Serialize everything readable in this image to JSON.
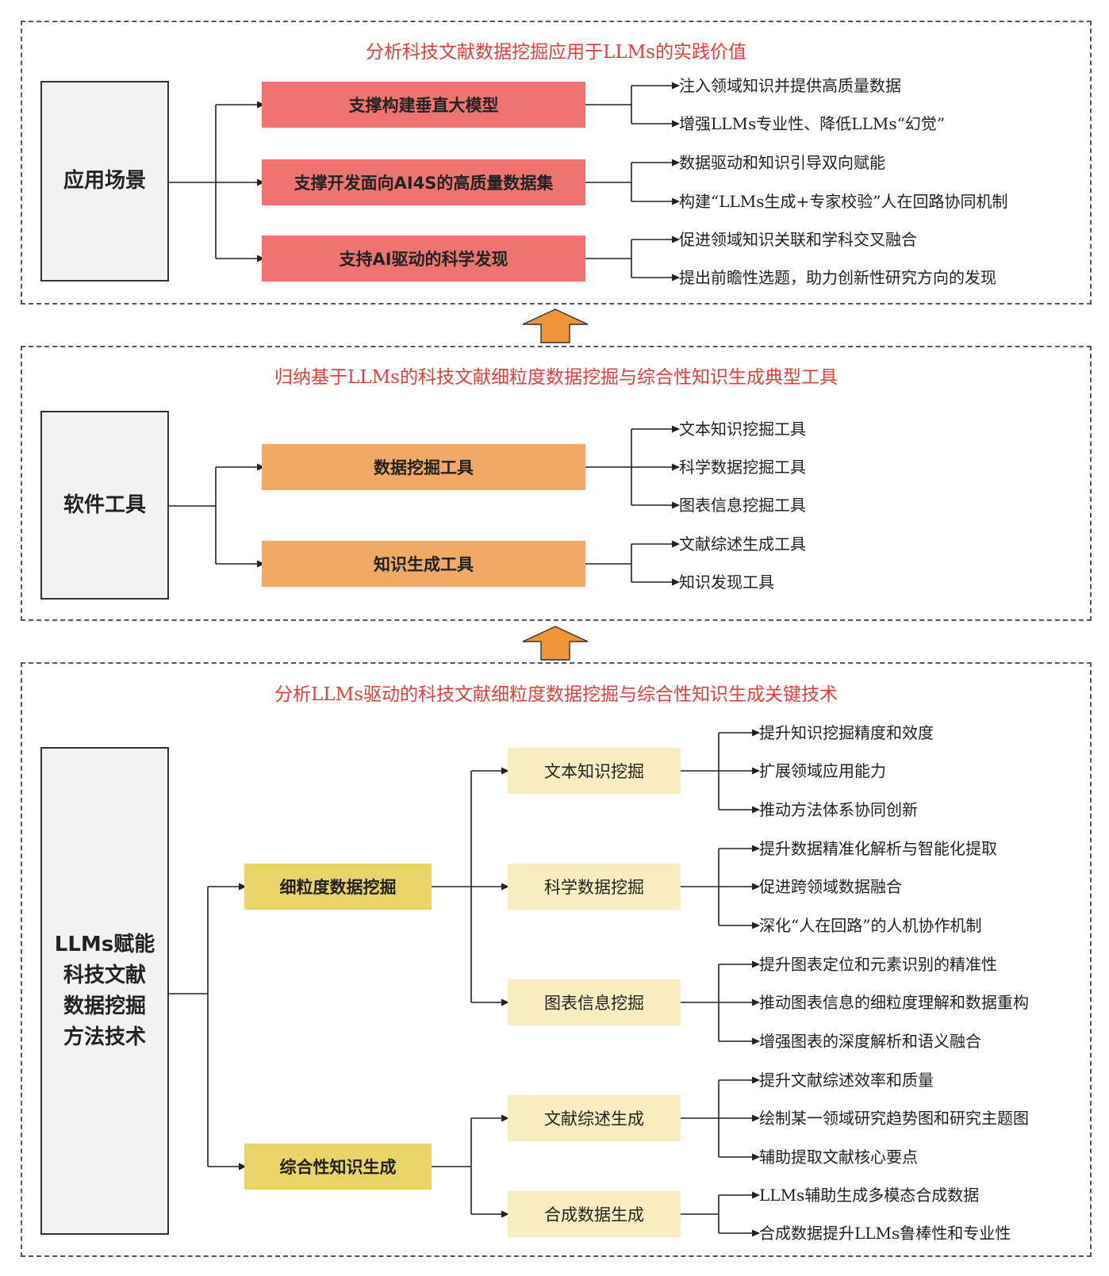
{
  "panels": [
    {
      "title": "分析科技文献数据挖掘应用于LLMs的实践价值",
      "root": "应用场景",
      "branches": [
        {
          "label": "支撑构建垂直大模型",
          "leaves": [
            "注入领域知识并提供高质量数据",
            "增强LLMs专业性、降低LLMs“幻觉”"
          ]
        },
        {
          "label": "支撑开发面向AI4S的高质量数据集",
          "leaves": [
            "数据驱动和知识引导双向赋能",
            "构建“LLMs生成+专家校验”人在回路协同机制"
          ]
        },
        {
          "label": "支持AI驱动的科学发现",
          "leaves": [
            "促进领域知识关联和学科交叉融合",
            "提出前瞻性选题，助力创新性研究方向的发现"
          ]
        }
      ]
    },
    {
      "title": "归纳基于LLMs的科技文献细粒度数据挖掘与综合性知识生成典型工具",
      "root": "软件工具",
      "branches": [
        {
          "label": "数据挖掘工具",
          "leaves": [
            "文本知识挖掘工具",
            "科学数据挖掘工具",
            "图表信息挖掘工具"
          ]
        },
        {
          "label": "知识生成工具",
          "leaves": [
            "文献综述生成工具",
            "知识发现工具"
          ]
        }
      ]
    },
    {
      "title": "分析LLMs驱动的科技文献细粒度数据挖掘与综合性知识生成关键技术",
      "root_lines": [
        "LLMs赋能",
        "科技文献",
        "数据挖掘",
        "方法技术"
      ],
      "branches": [
        {
          "label": "细粒度数据挖掘",
          "children": [
            {
              "label": "文本知识挖掘",
              "leaves": [
                "提升知识挖掘精度和效度",
                "扩展领域应用能力",
                "推动方法体系协同创新"
              ]
            },
            {
              "label": "科学数据挖掘",
              "leaves": [
                "提升数据精准化解析与智能化提取",
                "促进跨领域数据融合",
                "深化“人在回路”的人机协作机制"
              ]
            },
            {
              "label": "图表信息挖掘",
              "leaves": [
                "提升图表定位和元素识别的精准性",
                "推动图表信息的细粒度理解和数据重构",
                "增强图表的深度解析和语义融合"
              ]
            }
          ]
        },
        {
          "label": "综合性知识生成",
          "children": [
            {
              "label": "文献综述生成",
              "leaves": [
                "提升文献综述效率和质量",
                "绘制某一领域研究趋势图和研究主题图",
                "辅助提取文献核心要点"
              ]
            },
            {
              "label": "合成数据生成",
              "leaves": [
                "LLMs辅助生成多模态合成数据",
                "合成数据提升LLMs鲁棒性和专业性"
              ]
            }
          ]
        }
      ]
    }
  ],
  "colors": {
    "title_red": "#e0403a",
    "box_red": "#ee7472",
    "box_orange": "#f0aa66",
    "box_yellow": "#e9d46a",
    "box_cream": "#f8edc0",
    "up_arrow": "#f0943a"
  }
}
